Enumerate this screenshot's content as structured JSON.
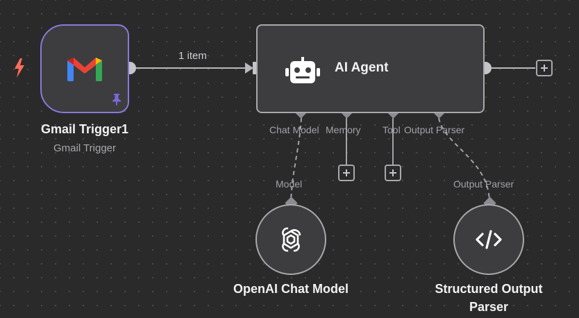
{
  "nodes": {
    "gmail_trigger": {
      "title": "Gmail Trigger1",
      "subtitle": "Gmail Trigger"
    },
    "ai_agent": {
      "title": "AI Agent"
    },
    "openai_chat_model": {
      "title": "OpenAI Chat Model"
    },
    "structured_output_parser": {
      "title_line1": "Structured Output",
      "title_line2": "Parser"
    }
  },
  "edge": {
    "label": "1 item"
  },
  "agent_ports": {
    "chat_model": "Chat Model",
    "memory": "Memory",
    "tool": "Tool",
    "output_parser": "Output Parser"
  },
  "sub_ports": {
    "model": "Model",
    "output_parser": "Output Parser"
  },
  "colors": {
    "canvas": "#2a2a2b",
    "node_fill": "#3d3d3f",
    "node_border": "#a9a9ad",
    "trigger_border": "#8a7ad8",
    "trigger_bolt": "#ff6d5a",
    "pin": "#7b68d9"
  },
  "icons": {
    "trigger": "lightning-icon",
    "gmail": "gmail-icon",
    "pin": "pin-icon",
    "agent": "robot-icon",
    "openai": "openai-icon",
    "parser": "code-icon",
    "add": "plus-icon"
  }
}
